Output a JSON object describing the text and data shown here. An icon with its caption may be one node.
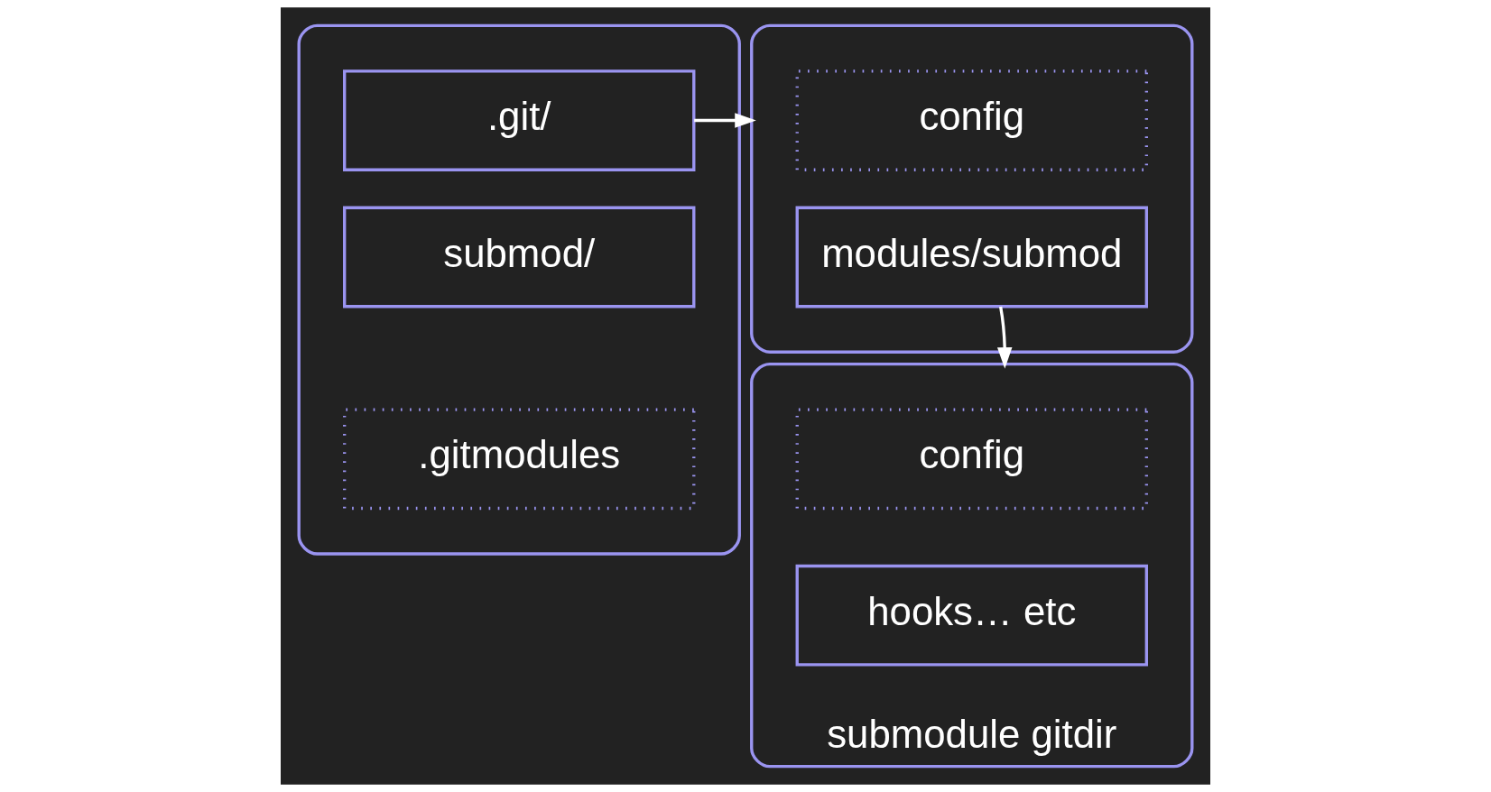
{
  "diagram": {
    "nodes": [
      {
        "text": [],
        "shape": "box"
      },
      {
        "text": [
          ".git/"
        ],
        "in": 0
      },
      {
        "text": [
          "submod/"
        ],
        "in": 0
      },
      {
        "text": [
          ".gitmodules"
        ],
        "in": 0
      },
      {
        "text": [],
        "shape": "box"
      },
      {
        "text": [
          "config"
        ],
        "in": 4
      },
      {
        "text": [
          "modules/submod"
        ],
        "in": 4
      },
      {
        "text": [
          "submodule gitdir"
        ]
      },
      {
        "text": [
          "config"
        ],
        "in": 7
      },
      {
        "text": [
          "hooks… etc"
        ],
        "in": 7
      }
    ],
    "edges": [
      {
        "from": 1,
        "to": 4,
        "arrow": "to"
      },
      {
        "from": 6,
        "to": 7,
        "arrow": "to"
      }
    ]
  }
}
